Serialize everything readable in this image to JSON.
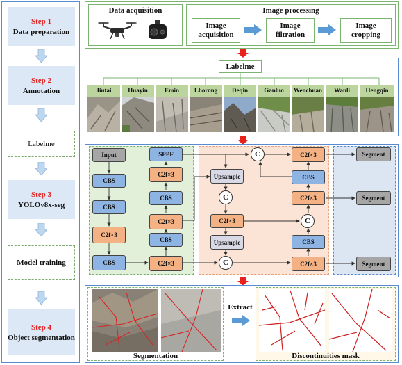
{
  "workflow": {
    "steps": [
      {
        "num": "Step 1",
        "title": "Data preparation"
      },
      {
        "num": "Step 2",
        "title": "Annotation"
      },
      {
        "num": "",
        "title": "Labelme"
      },
      {
        "num": "Step 3",
        "title": "YOLOv8x-seg"
      },
      {
        "num": "",
        "title": "Model training"
      },
      {
        "num": "Step 4",
        "title": "Object segmentation"
      }
    ]
  },
  "acquisition": {
    "data_title": "Data acquisition",
    "processing_title": "Image processing",
    "boxes": [
      "Image acquisition",
      "Image filtration",
      "Image cropping"
    ]
  },
  "labelme": {
    "title": "Labelme",
    "sites": [
      "Jiutai",
      "Huayin",
      "Emin",
      "Lhorong",
      "Deqin",
      "Ganluo",
      "Wenchuan",
      "Wanli",
      "Hengqin"
    ]
  },
  "network": {
    "input": "Input",
    "sppf": "SPPF",
    "cbs": "CBS",
    "c2f": "C2f×3",
    "upsample": "Upsample",
    "concat": "C",
    "segment": "Segment"
  },
  "output": {
    "segmentation_label": "Segmentation",
    "extract_label": "Extract",
    "mask_label": "Discontinuities mask"
  },
  "colors": {
    "step_red": "#e02020",
    "panel_green": "#7ab46f",
    "panel_blue": "#5a8ad0",
    "backbone_bg": "#e2efd9",
    "neck_bg": "#fbe4d5",
    "head_bg": "#dce6f2",
    "arrow_red": "#e8211d",
    "arrow_blue": "#5b9bd5"
  }
}
